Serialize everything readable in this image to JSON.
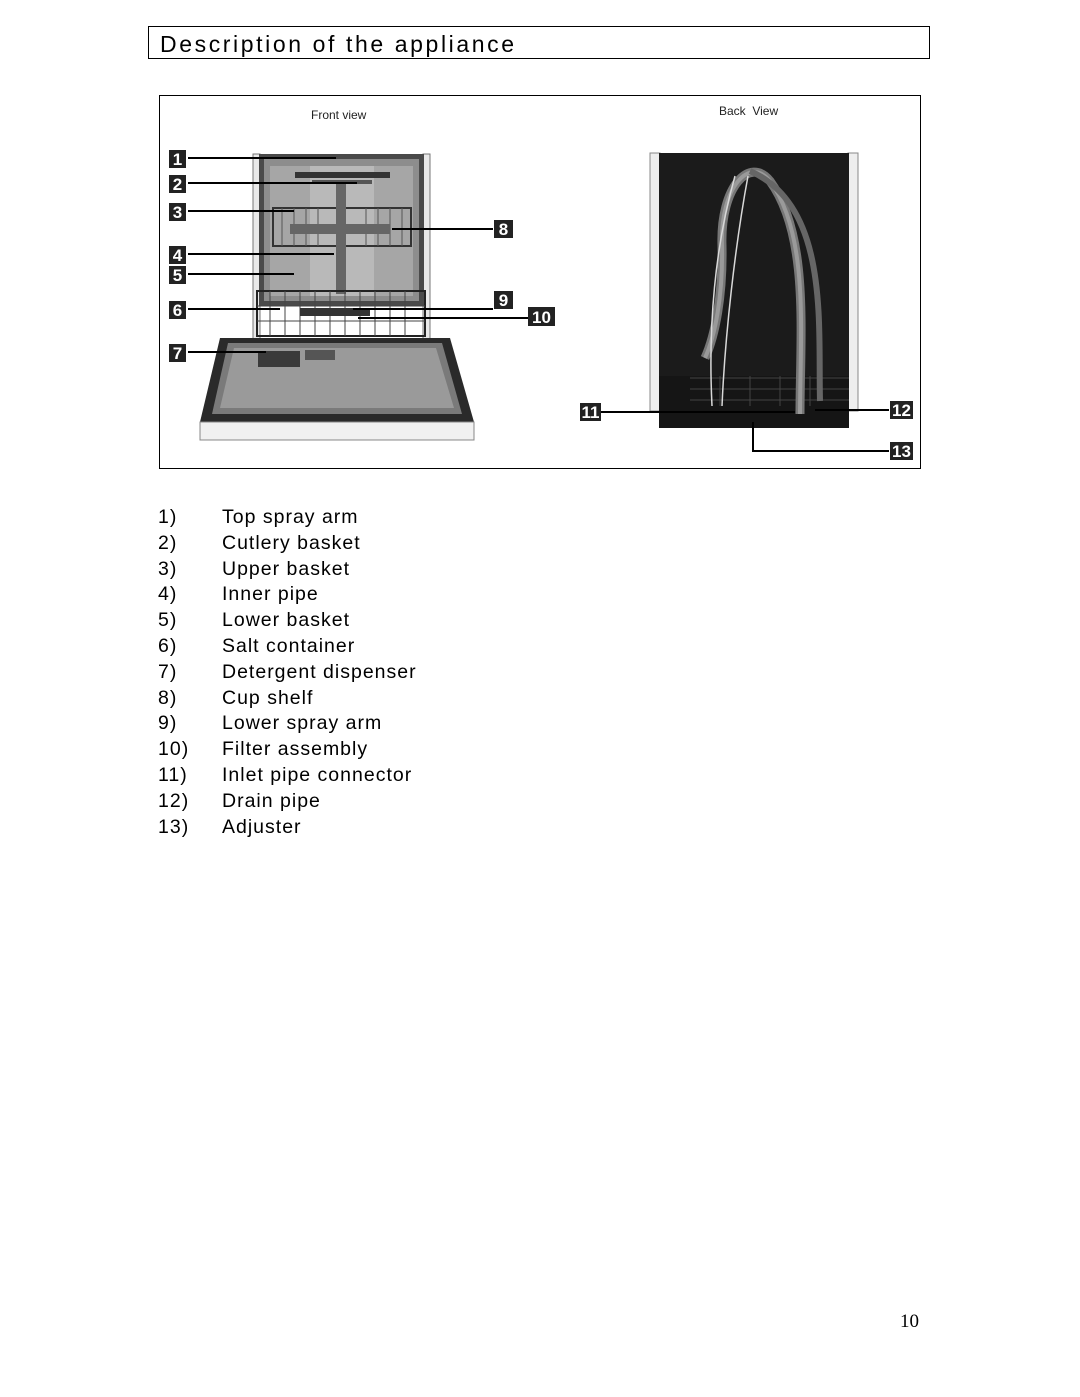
{
  "header": {
    "title": "Description of the appliance"
  },
  "figure": {
    "front_view_label": "Front view",
    "back_view_label": "Back  View",
    "callouts": [
      "1",
      "2",
      "3",
      "4",
      "5",
      "6",
      "7",
      "8",
      "9",
      "10",
      "11",
      "12",
      "13"
    ]
  },
  "legend": {
    "items": [
      {
        "num": "1)",
        "label": "Top spray arm"
      },
      {
        "num": "2)",
        "label": "Cutlery basket"
      },
      {
        "num": "3)",
        "label": "Upper basket"
      },
      {
        "num": "4)",
        "label": "Inner pipe"
      },
      {
        "num": "5)",
        "label": "Lower basket"
      },
      {
        "num": "6)",
        "label": "Salt container"
      },
      {
        "num": "7)",
        "label": "Detergent dispenser"
      },
      {
        "num": "8)",
        "label": "Cup shelf"
      },
      {
        "num": "9)",
        "label": "Lower spray arm"
      },
      {
        "num": "10)",
        "label": "Filter assembly"
      },
      {
        "num": "11)",
        "label": "Inlet pipe connector"
      },
      {
        "num": "12)",
        "label": "Drain pipe"
      },
      {
        "num": "13)",
        "label": "Adjuster"
      }
    ]
  },
  "footer": {
    "page_number": "10"
  }
}
